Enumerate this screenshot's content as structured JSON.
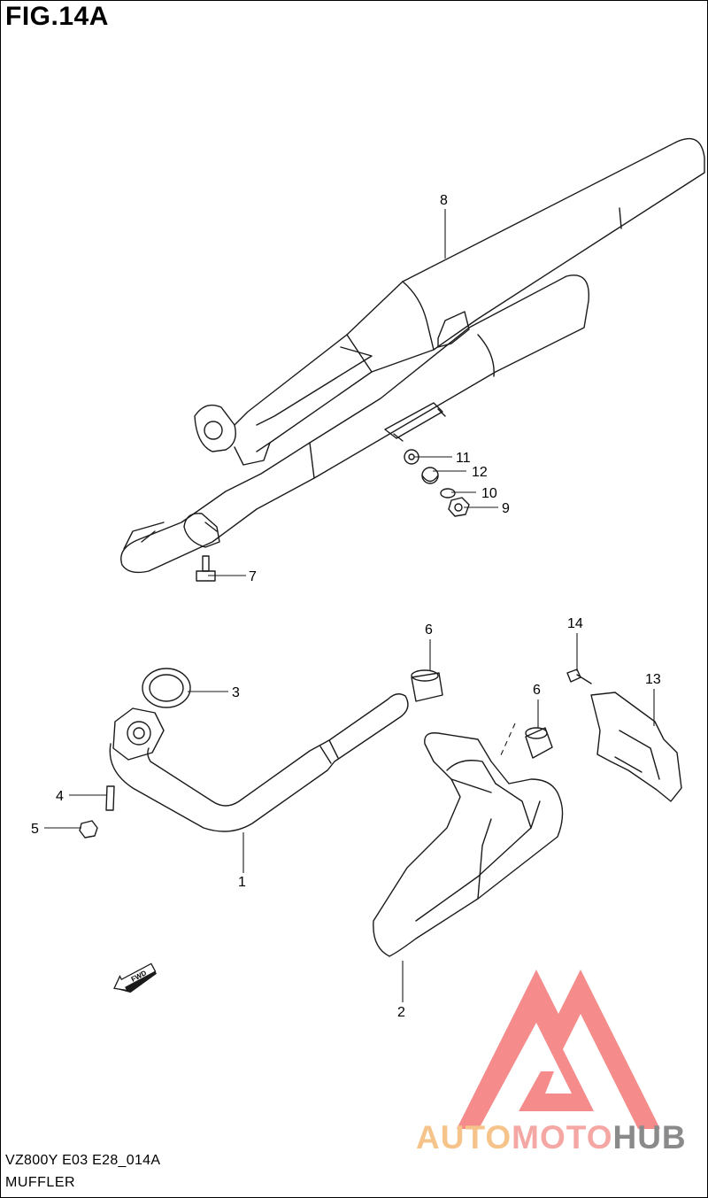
{
  "figure": {
    "title": "FIG.14A"
  },
  "footer": {
    "model_code": "VZ800Y E03 E28_014A",
    "section": "MUFFLER"
  },
  "callouts": [
    "1",
    "2",
    "3",
    "4",
    "5",
    "6",
    "6",
    "7",
    "8",
    "9",
    "10",
    "11",
    "12",
    "13",
    "14"
  ],
  "fwd_label": "FWD",
  "watermark": {
    "part1": "AUTO",
    "part2": "MOTO",
    "part3": "HUB",
    "colors": {
      "auto": "#f6c48a",
      "moto": "#f4a7a3",
      "hub": "#8a8a8a",
      "logo": "#f47e7e"
    }
  }
}
